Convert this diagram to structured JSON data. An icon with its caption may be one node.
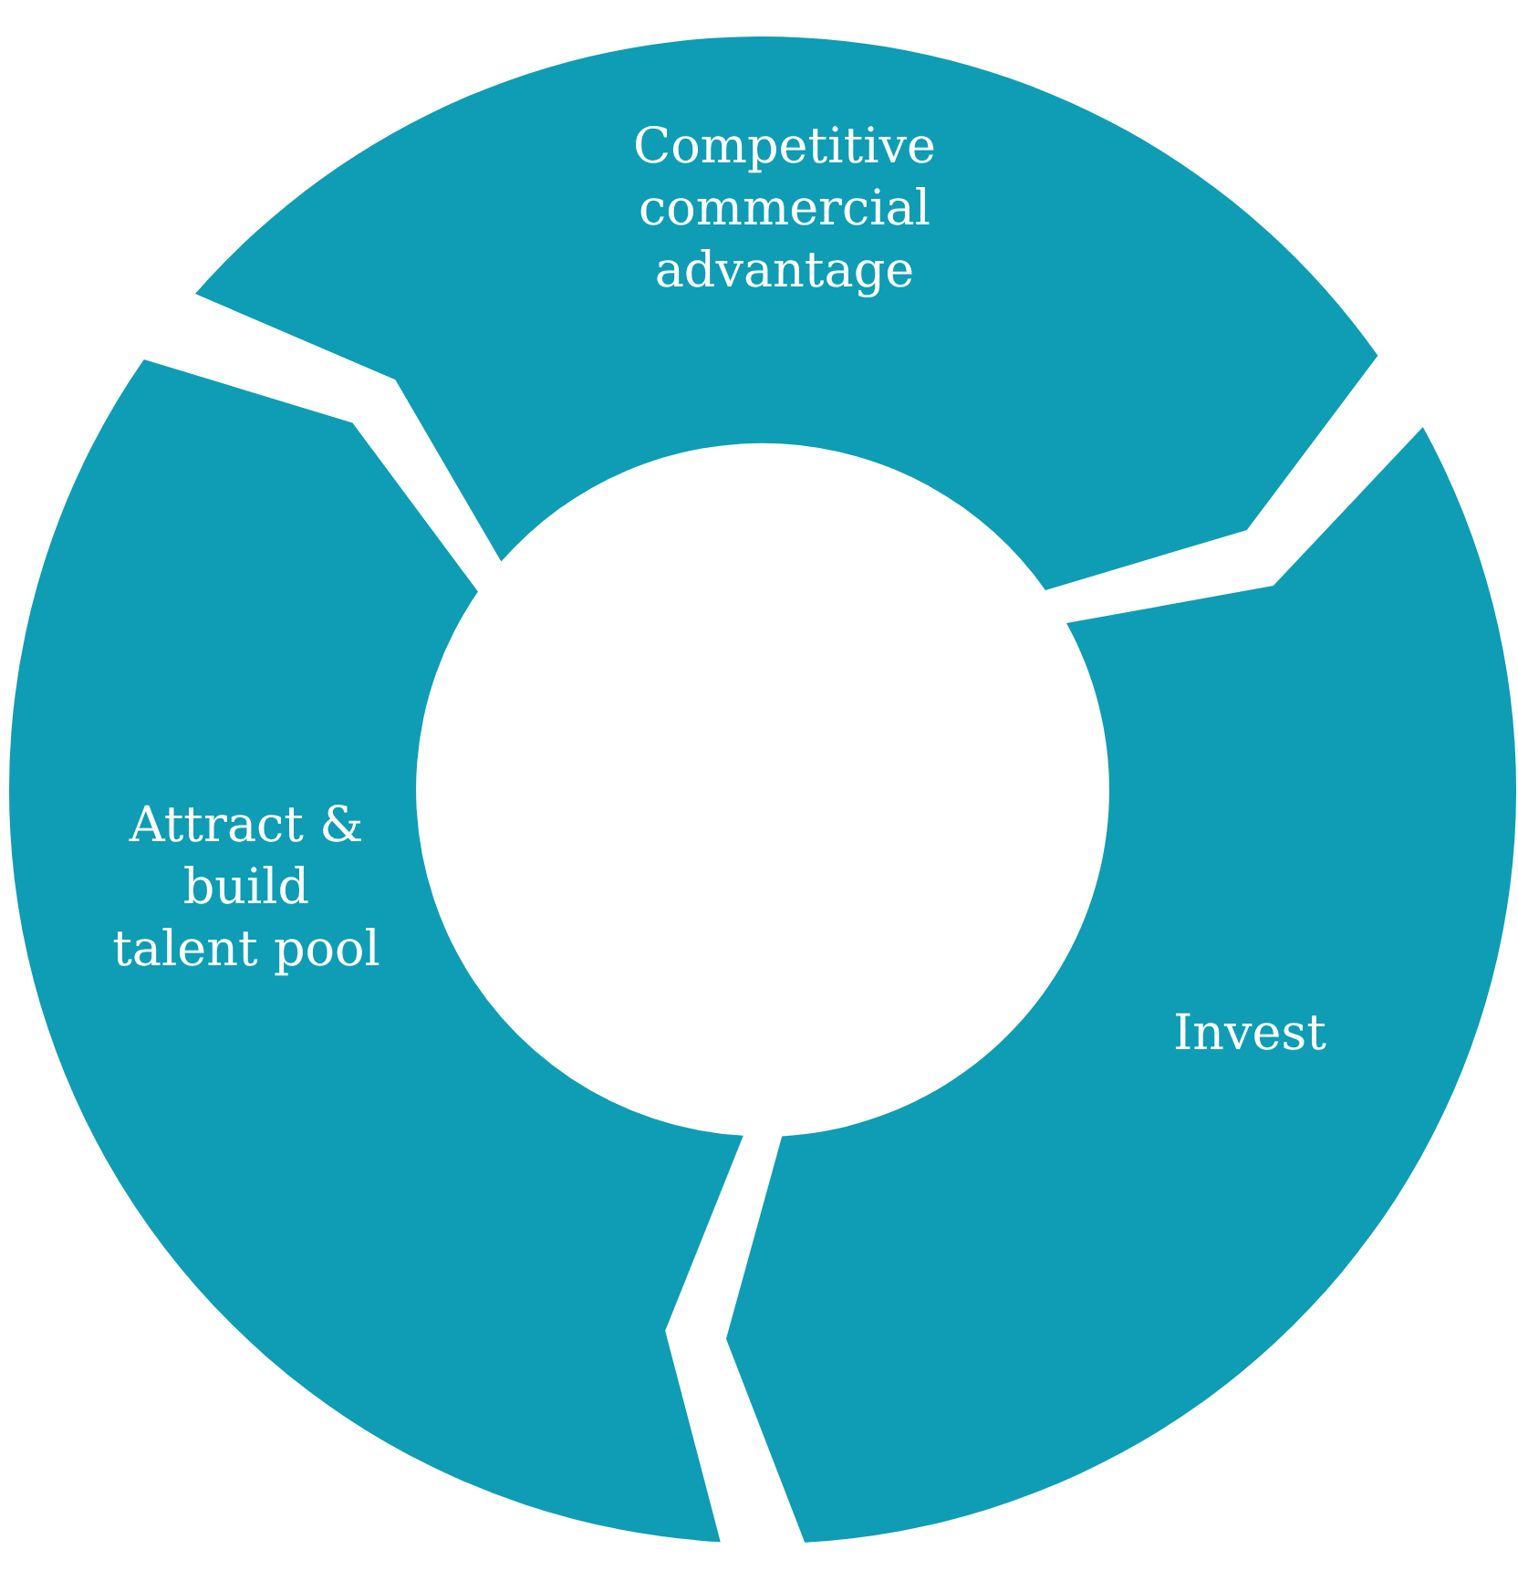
{
  "diagram": {
    "nodes": [
      {
        "text": [
          "Competitive commercial advantage"
        ]
      },
      {
        "text": [
          "Invest"
        ]
      },
      {
        "text": [
          "Attract & build talent pool"
        ]
      }
    ]
  }
}
